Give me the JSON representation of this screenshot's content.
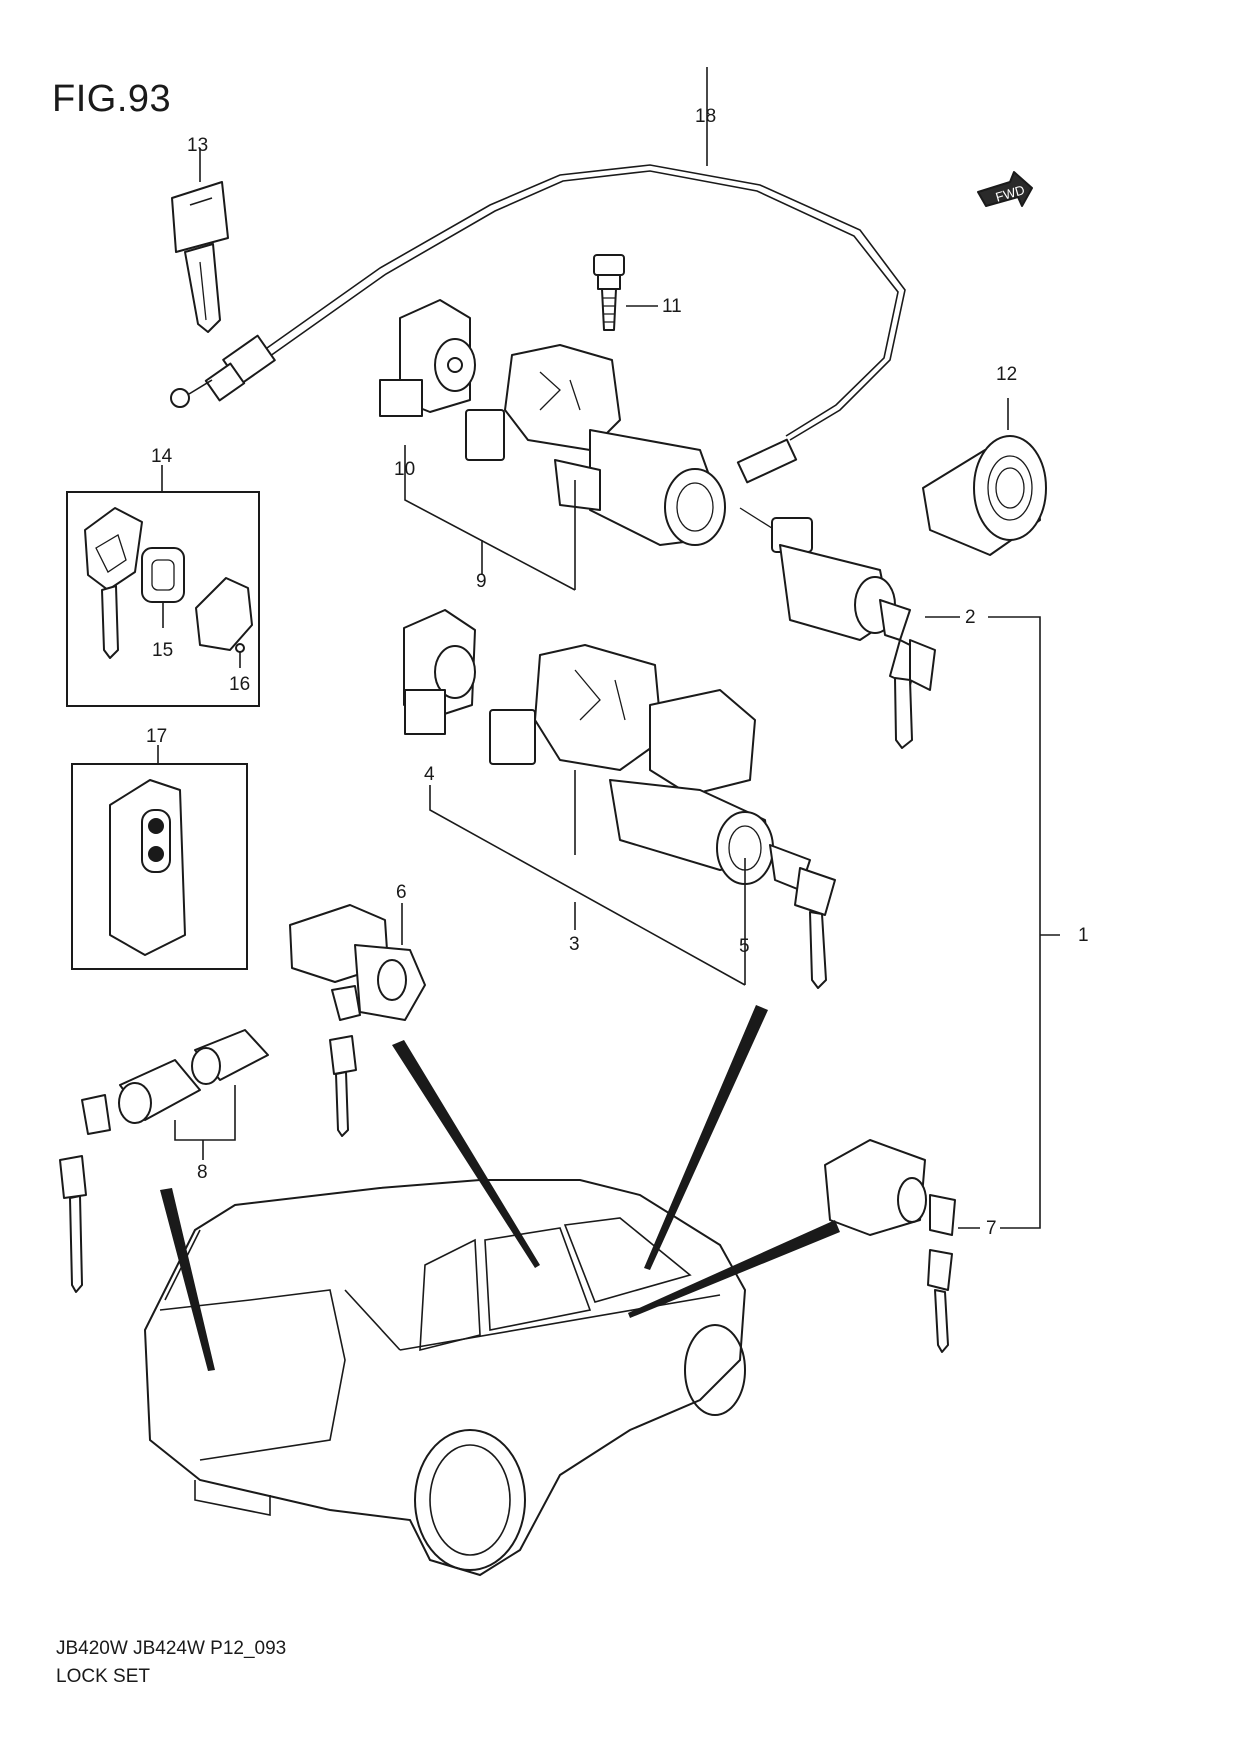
{
  "figure": {
    "title": "FIG.93"
  },
  "footer": {
    "model_code": "JB420W JB424W P12_093",
    "section_name": "LOCK SET"
  },
  "fwd_badge": {
    "text": "FWD"
  },
  "callouts": [
    {
      "number": "1"
    },
    {
      "number": "2"
    },
    {
      "number": "3"
    },
    {
      "number": "4"
    },
    {
      "number": "5"
    },
    {
      "number": "6"
    },
    {
      "number": "7"
    },
    {
      "number": "8"
    },
    {
      "number": "9"
    },
    {
      "number": "10"
    },
    {
      "number": "11"
    },
    {
      "number": "12"
    },
    {
      "number": "13"
    },
    {
      "number": "14"
    },
    {
      "number": "15"
    },
    {
      "number": "16"
    },
    {
      "number": "17"
    },
    {
      "number": "18"
    }
  ],
  "style": {
    "line_color": "#1a1a1a",
    "background": "#ffffff"
  }
}
